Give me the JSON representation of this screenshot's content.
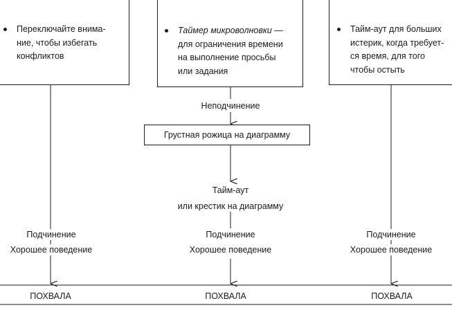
{
  "column_left": {
    "bullet_text": "Переключайте внима-\nние, чтобы избегать\nконфликтов",
    "label_obedience": "Подчинение",
    "label_good_behavior": "Хорошее поведение",
    "label_praise": "ПОХВАЛА"
  },
  "column_middle": {
    "bullet_italic": "Таймер микроволновки",
    "bullet_dash": " —",
    "bullet_rest": "для ограничения времени\nна выполнение просьбы\nили задания",
    "label_disobedience": "Неподчинение",
    "sad_face_box": "Грустная рожица на диаграмму",
    "label_timeout": "Тайм-аут",
    "label_cross": "или крестик на диаграмму",
    "label_obedience": "Подчинение",
    "label_good_behavior": "Хорошее поведение",
    "label_praise": "ПОХВАЛА"
  },
  "column_right": {
    "bullet_text": "Тайм-аут для больших\nистерик, когда требует-\nся время, для того\nчтобы остыть",
    "label_obedience": "Подчинение",
    "label_good_behavior": "Хорошее поведение",
    "label_praise": "ПОХВАЛА"
  }
}
